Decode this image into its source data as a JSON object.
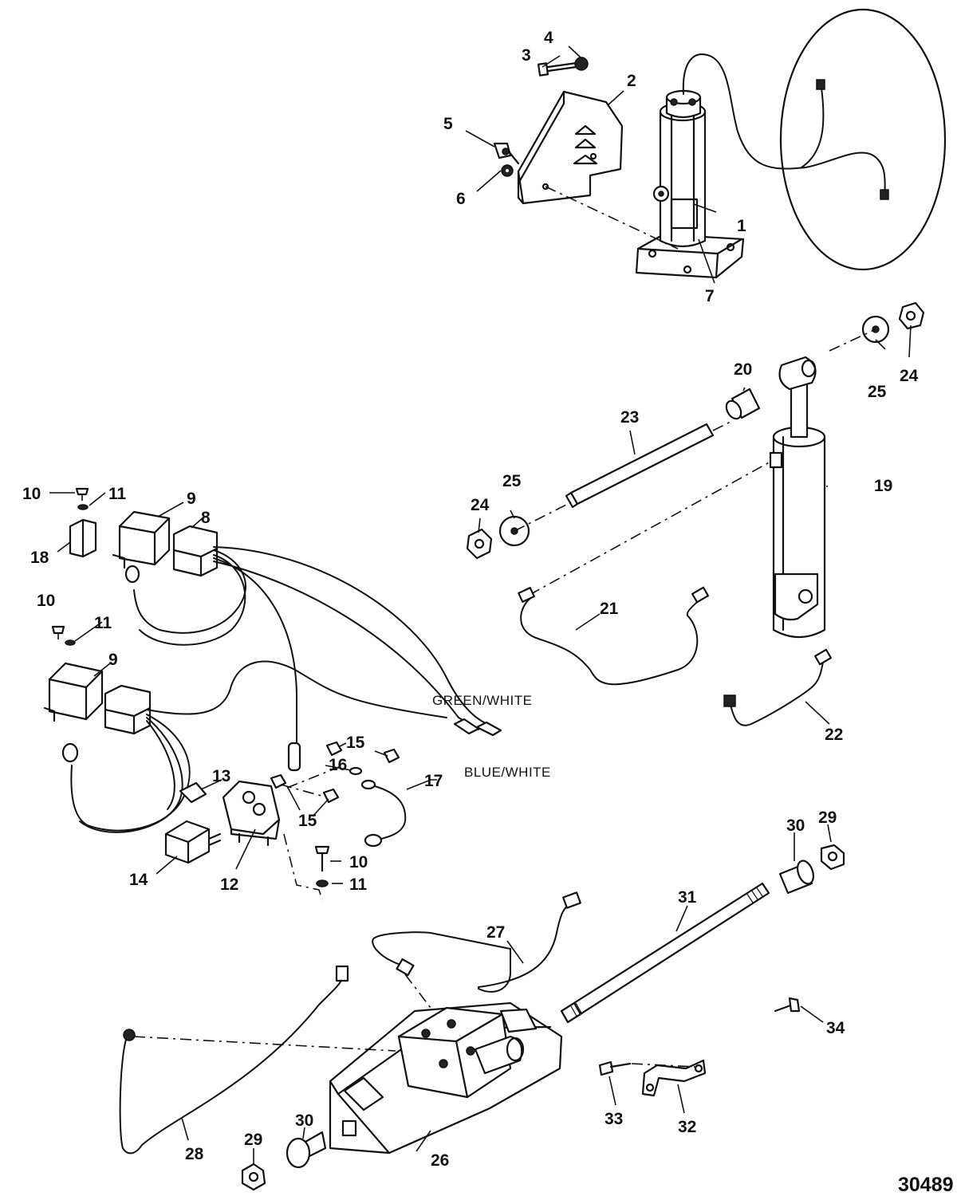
{
  "callouts": [
    {
      "id": "c1",
      "text": "1"
    },
    {
      "id": "c2",
      "text": "2"
    },
    {
      "id": "c3",
      "text": "3"
    },
    {
      "id": "c4",
      "text": "4"
    },
    {
      "id": "c5",
      "text": "5"
    },
    {
      "id": "c6",
      "text": "6"
    },
    {
      "id": "c7",
      "text": "7"
    },
    {
      "id": "c8",
      "text": "8"
    },
    {
      "id": "c9a",
      "text": "9"
    },
    {
      "id": "c9b",
      "text": "9"
    },
    {
      "id": "c10a",
      "text": "10"
    },
    {
      "id": "c10b",
      "text": "10"
    },
    {
      "id": "c10c",
      "text": "10"
    },
    {
      "id": "c11a",
      "text": "11"
    },
    {
      "id": "c11b",
      "text": "11"
    },
    {
      "id": "c11c",
      "text": "11"
    },
    {
      "id": "c12",
      "text": "12"
    },
    {
      "id": "c13",
      "text": "13"
    },
    {
      "id": "c14",
      "text": "14"
    },
    {
      "id": "c15a",
      "text": "15"
    },
    {
      "id": "c15b",
      "text": "15"
    },
    {
      "id": "c16",
      "text": "16"
    },
    {
      "id": "c17",
      "text": "17"
    },
    {
      "id": "c18",
      "text": "18"
    },
    {
      "id": "c19",
      "text": "19"
    },
    {
      "id": "c20",
      "text": "20"
    },
    {
      "id": "c21",
      "text": "21"
    },
    {
      "id": "c22",
      "text": "22"
    },
    {
      "id": "c23",
      "text": "23"
    },
    {
      "id": "c24a",
      "text": "24"
    },
    {
      "id": "c24b",
      "text": "24"
    },
    {
      "id": "c25a",
      "text": "25"
    },
    {
      "id": "c25b",
      "text": "25"
    },
    {
      "id": "c26",
      "text": "26"
    },
    {
      "id": "c27",
      "text": "27"
    },
    {
      "id": "c28",
      "text": "28"
    },
    {
      "id": "c29a",
      "text": "29"
    },
    {
      "id": "c29b",
      "text": "29"
    },
    {
      "id": "c30a",
      "text": "30"
    },
    {
      "id": "c30b",
      "text": "30"
    },
    {
      "id": "c31",
      "text": "31"
    },
    {
      "id": "c32",
      "text": "32"
    },
    {
      "id": "c33",
      "text": "33"
    },
    {
      "id": "c34",
      "text": "34"
    }
  ],
  "wire_labels": {
    "green_white": "GREEN/WHITE",
    "blue_white": "BLUE/WHITE"
  },
  "figure_number": "30489"
}
